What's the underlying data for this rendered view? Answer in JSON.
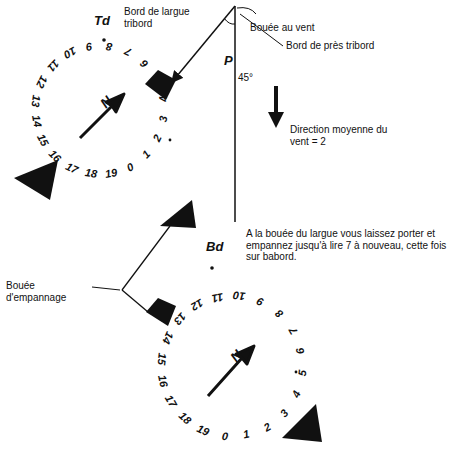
{
  "diagram": {
    "labels": [
      "Td",
      "Bord de largue tribord",
      "Bouée au vent",
      "Bord de près tribord",
      "P",
      "45°",
      "Direction moyenne du vent = 2",
      "Bd",
      "A la bouée du largue vous laissez porter et empannez jusqu'à lire 7 à nouveau, cette fois sur babord.",
      "Bouée d'empannage",
      "0",
      "1",
      "2",
      "3",
      "4",
      "5",
      "6",
      "7",
      "8",
      "9",
      "10",
      "11",
      "12",
      "13",
      "14",
      "15",
      "16",
      "17",
      "18",
      "19",
      "0",
      "1",
      "2",
      "3",
      "4",
      "5",
      "6",
      "7",
      "8",
      "9",
      "10",
      "11",
      "12",
      "13",
      "14",
      "15",
      "16",
      "17",
      "18",
      "19",
      "N",
      "N"
    ]
  }
}
